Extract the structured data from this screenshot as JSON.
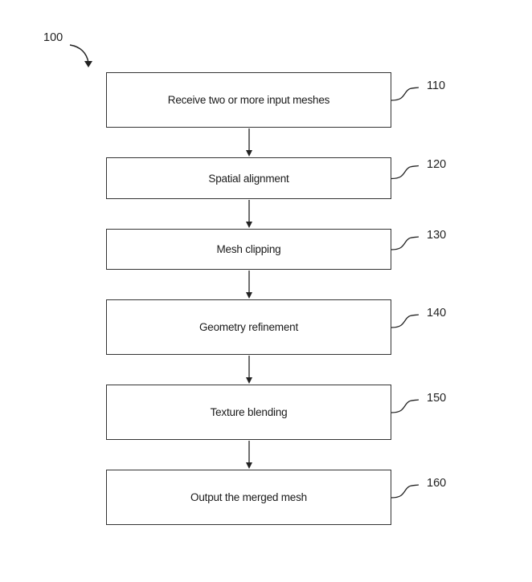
{
  "figure": {
    "reference": "100",
    "steps": [
      {
        "ref": "110",
        "label": "Receive two or more input meshes"
      },
      {
        "ref": "120",
        "label": "Spatial alignment"
      },
      {
        "ref": "130",
        "label": "Mesh clipping"
      },
      {
        "ref": "140",
        "label": "Geometry refinement"
      },
      {
        "ref": "150",
        "label": "Texture blending"
      },
      {
        "ref": "160",
        "label": "Output the merged mesh"
      }
    ]
  }
}
